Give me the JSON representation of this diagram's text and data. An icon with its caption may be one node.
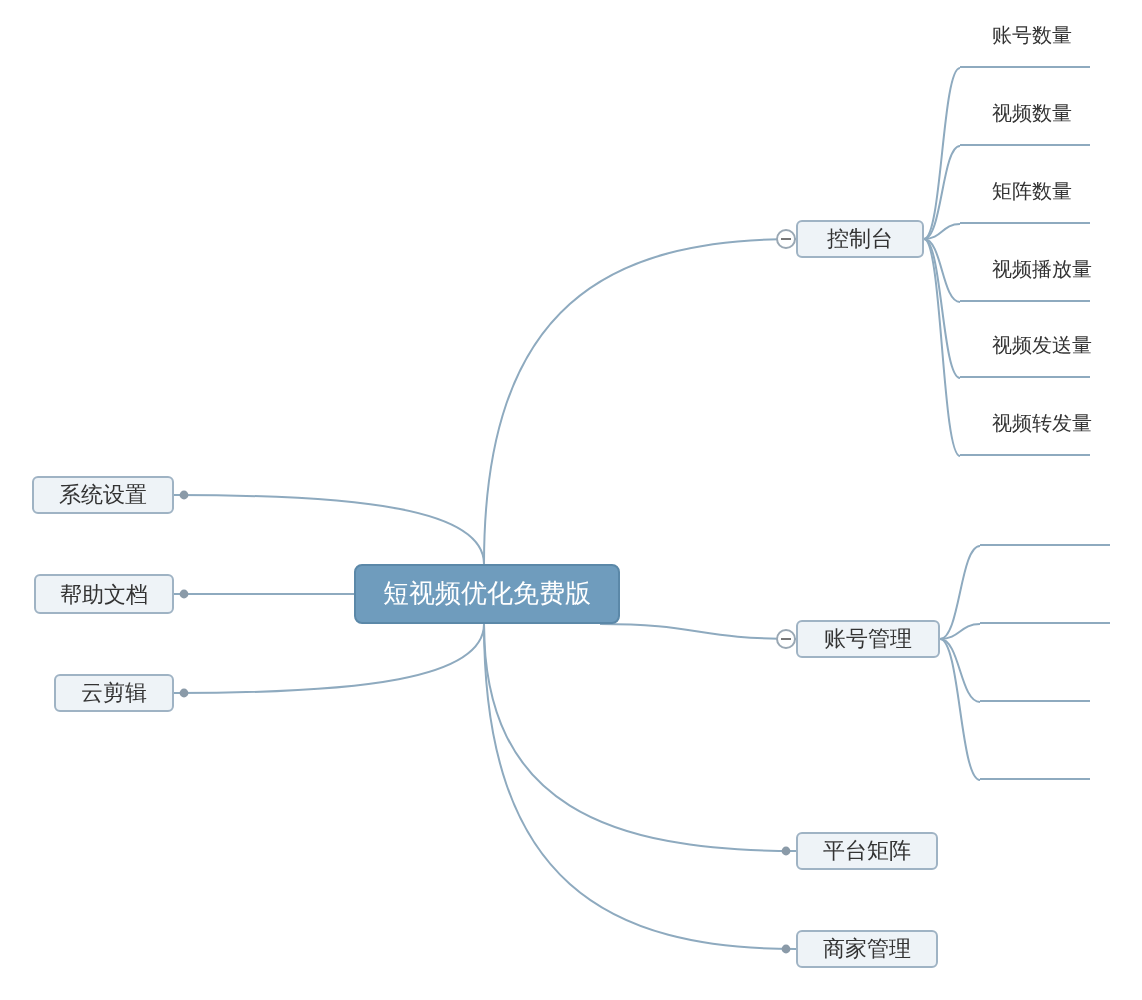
{
  "diagram": {
    "nodes": [
      {
        "text": [
          "短视频优化免费版"
        ]
      },
      {
        "text": [
          "系统设置"
        ]
      },
      {
        "text": [
          "帮助文档"
        ]
      },
      {
        "text": [
          "云剪辑"
        ]
      },
      {
        "text": [
          "控制台"
        ]
      },
      {
        "text": [
          "账号数量"
        ]
      },
      {
        "text": [
          "视频数量"
        ]
      },
      {
        "text": [
          "矩阵数量"
        ]
      },
      {
        "text": [
          "视频播放量"
        ]
      },
      {
        "text": [
          "视频发送量"
        ]
      },
      {
        "text": [
          "视频转发量"
        ]
      },
      {
        "text": [
          "账号管理"
        ]
      },
      {
        "text": [],
        "shape": "line"
      },
      {
        "text": [],
        "shape": "line"
      },
      {
        "text": [],
        "shape": "line"
      },
      {
        "text": [],
        "shape": "line"
      },
      {
        "text": [
          "平台矩阵"
        ]
      },
      {
        "text": [
          "商家管理"
        ]
      }
    ],
    "edges": [
      {
        "from": 0,
        "to": 1,
        "arrow": "none"
      },
      {
        "from": 0,
        "to": 2,
        "arrow": "none"
      },
      {
        "from": 0,
        "to": 3,
        "arrow": "none"
      },
      {
        "from": 0,
        "to": 4,
        "arrow": "none"
      },
      {
        "from": 4,
        "to": 5,
        "arrow": "none"
      },
      {
        "from": 4,
        "to": 6,
        "arrow": "none"
      },
      {
        "from": 4,
        "to": 7,
        "arrow": "none"
      },
      {
        "from": 4,
        "to": 8,
        "arrow": "none"
      },
      {
        "from": 4,
        "to": 9,
        "arrow": "none"
      },
      {
        "from": 4,
        "to": 10,
        "arrow": "none"
      },
      {
        "from": 0,
        "to": 11,
        "arrow": "none"
      },
      {
        "from": 11,
        "to": 12,
        "arrow": "none"
      },
      {
        "from": 11,
        "to": 13,
        "arrow": "none"
      },
      {
        "from": 11,
        "to": 14,
        "arrow": "none"
      },
      {
        "from": 11,
        "to": 15,
        "arrow": "none"
      },
      {
        "from": 0,
        "to": 16,
        "arrow": "none"
      },
      {
        "from": 0,
        "to": 17,
        "arrow": "none"
      }
    ]
  }
}
